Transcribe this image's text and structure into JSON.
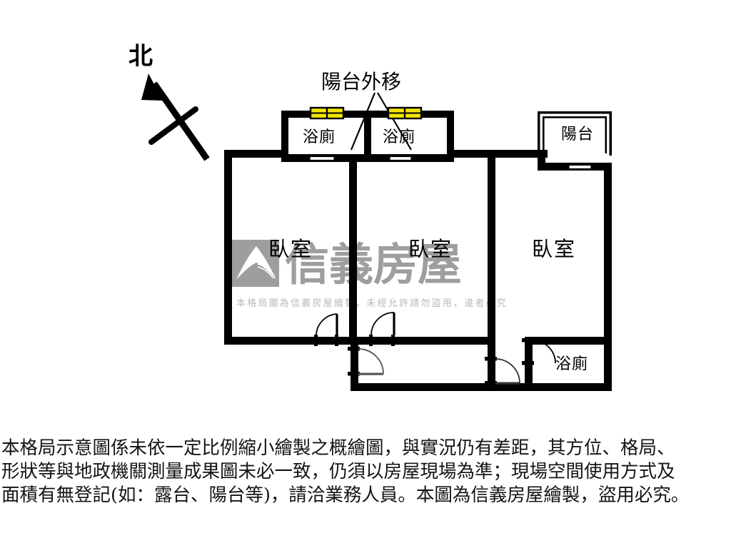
{
  "compass": {
    "label": "北",
    "icon": "north-arrow-icon"
  },
  "callouts": [
    {
      "id": "balcony-relocated",
      "text": "陽台外移"
    }
  ],
  "rooms": [
    {
      "id": "bathroom-top-left",
      "label": "浴廁",
      "type": "bathroom"
    },
    {
      "id": "bathroom-top-right",
      "label": "浴廁",
      "type": "bathroom"
    },
    {
      "id": "balcony-top-right",
      "label": "陽台",
      "type": "balcony"
    },
    {
      "id": "bedroom-left",
      "label": "臥室",
      "type": "bedroom"
    },
    {
      "id": "bedroom-center",
      "label": "臥室",
      "type": "bedroom"
    },
    {
      "id": "bedroom-right",
      "label": "臥室",
      "type": "bedroom"
    },
    {
      "id": "bathroom-bottom-right",
      "label": "浴廁",
      "type": "bathroom"
    }
  ],
  "watermark": {
    "brand": "信義房屋",
    "notice": "本格局圖為信義房屋繪製，未經允許請勿盜用，違者必究",
    "color": "#9e9e9e"
  },
  "disclaimer": {
    "lines": [
      "本格局示意圖係未依一定比例縮小繪製之概繪圖，與實況仍有差距，其方位、格局、",
      "形狀等與地政機關測量成果圖未必一致，仍須以房屋現場為準；現場空間使用方式及",
      "面積有無登記(如：露台、陽台等)，請洽業務人員。本圖為信義房屋繪製，盜用必究。"
    ]
  },
  "colors": {
    "wall": "#000000",
    "window": "#f2e600",
    "background": "#ffffff",
    "watermark": "#9e9e9e",
    "text": "#000000"
  },
  "windows": [
    {
      "id": "window-bath-left",
      "room": "bathroom-top-left",
      "color": "#f2e600"
    },
    {
      "id": "window-bath-right",
      "room": "bathroom-top-right",
      "color": "#f2e600"
    }
  ],
  "doors": [
    {
      "id": "sliding-door-bath-left",
      "kind": "sliding"
    },
    {
      "id": "sliding-door-bath-right",
      "kind": "sliding"
    },
    {
      "id": "sliding-door-balcony",
      "kind": "sliding"
    },
    {
      "id": "swing-door-bedroom-left",
      "kind": "swing"
    },
    {
      "id": "swing-door-bedroom-center",
      "kind": "swing"
    },
    {
      "id": "swing-door-hall-left",
      "kind": "swing"
    },
    {
      "id": "swing-door-hall-right",
      "kind": "swing"
    },
    {
      "id": "swing-door-bathroom-bottom",
      "kind": "swing"
    }
  ]
}
